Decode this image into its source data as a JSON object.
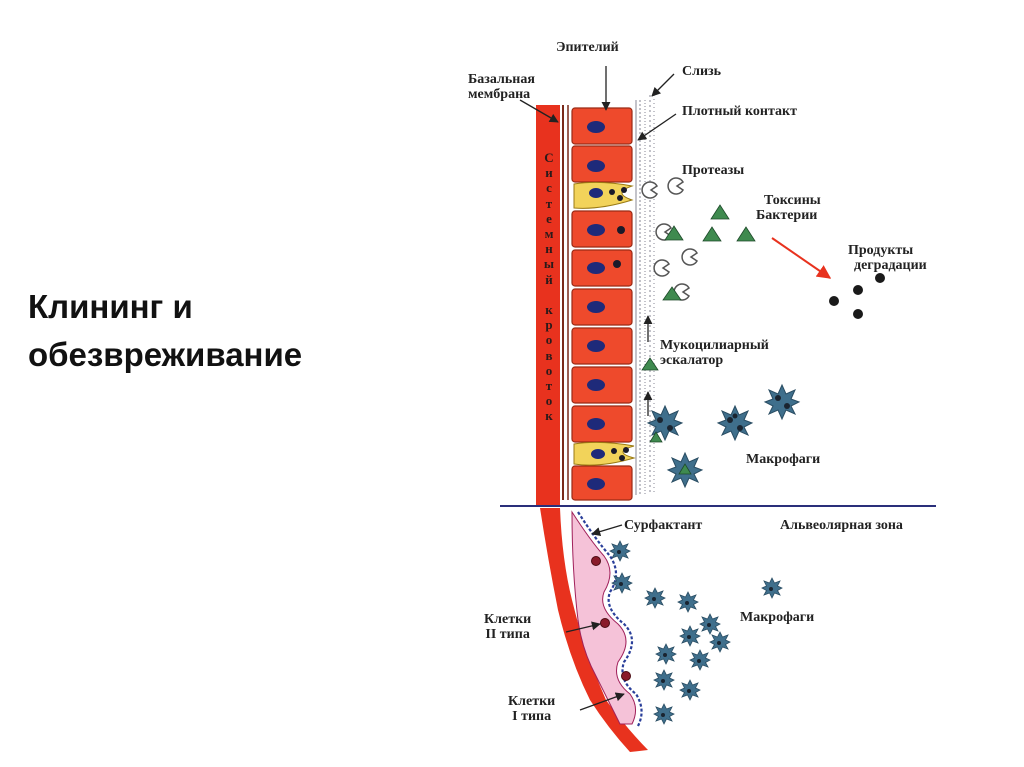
{
  "title": {
    "line1": "Клининг и",
    "line2": "обезвреживание"
  },
  "labels": {
    "epithelium": "Эпителий",
    "basal_membrane_1": "Базальная",
    "basal_membrane_2": "мембрана",
    "mucus": "Слизь",
    "tight_junction": "Плотный контакт",
    "proteases": "Протеазы",
    "toxins": "Токсины",
    "bacteria": "Бактерии",
    "degradation_1": "Продукты",
    "degradation_2": "деградации",
    "mucociliary_1": "Мукоцилиарный",
    "mucociliary_2": "эскалатор",
    "macrophages_top": "Макрофаги",
    "surfactant": "Сурфактант",
    "alveolar_zone": "Альвеолярная зона",
    "type2_1": "Клетки",
    "type2_2": "II типа",
    "macrophages_bottom": "Макрофаги",
    "type1_1": "Клетки",
    "type1_2": "I типа",
    "bloodstream": "Системный кровоток"
  },
  "colors": {
    "vessel": "#e8321e",
    "cell": "#ee4a2c",
    "nucleus": "#1e2a7a",
    "goblet": "#f2d35a",
    "toxin": "#3f8a4f",
    "macrophage": "#3f6f8c",
    "arrow_red": "#e8321e",
    "zone_line": "#2a2f7a"
  }
}
